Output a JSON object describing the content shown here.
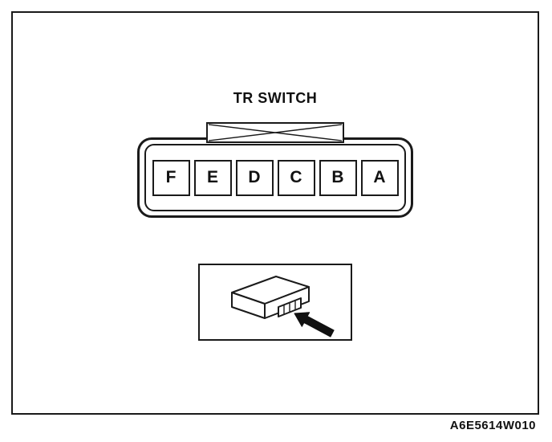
{
  "diagram": {
    "title": "TR SWITCH",
    "connector": {
      "pins": [
        "F",
        "E",
        "D",
        "C",
        "B",
        "A"
      ]
    },
    "figure_code": "A6E5614W010",
    "colors": {
      "line": "#1a1a1a",
      "background": "#ffffff"
    }
  }
}
